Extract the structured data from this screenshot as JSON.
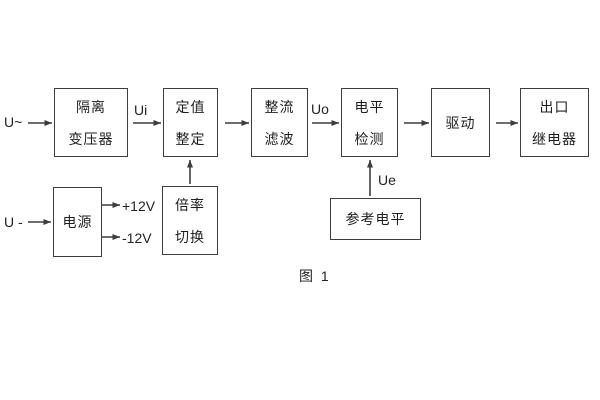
{
  "diagram": {
    "caption": "图 1",
    "nodes": {
      "isolation_transformer": {
        "line1": "隔离",
        "line2": "变压器"
      },
      "setting_adjust": {
        "line1": "定值",
        "line2": "整定"
      },
      "rectifier_filter": {
        "line1": "整流",
        "line2": "滤波"
      },
      "level_detect": {
        "line1": "电平",
        "line2": "检测"
      },
      "driver": {
        "label": "驱动"
      },
      "output_relay": {
        "line1": "出口",
        "line2": "继电器"
      },
      "power_supply": {
        "label": "电源"
      },
      "ratio_switch": {
        "line1": "倍率",
        "line2": "切换"
      },
      "reference_level": {
        "label": "参考电平"
      }
    },
    "signals": {
      "input_ac": "U~",
      "input_dc": "U -",
      "ui": "Ui",
      "uo": "Uo",
      "ue": "Ue",
      "plus12": "+12V",
      "minus12": "-12V"
    },
    "connections": [
      {
        "from": "U~",
        "to": "隔离变压器"
      },
      {
        "from": "隔离变压器",
        "to": "定值整定",
        "signal": "Ui"
      },
      {
        "from": "定值整定",
        "to": "整流滤波"
      },
      {
        "from": "整流滤波",
        "to": "电平检测",
        "signal": "Uo"
      },
      {
        "from": "电平检测",
        "to": "驱动"
      },
      {
        "from": "驱动",
        "to": "出口继电器"
      },
      {
        "from": "U-",
        "to": "电源"
      },
      {
        "from": "电源",
        "to": "+12V"
      },
      {
        "from": "电源",
        "to": "-12V"
      },
      {
        "from": "倍率切换",
        "to": "定值整定"
      },
      {
        "from": "参考电平",
        "to": "电平检测",
        "signal": "Ue"
      }
    ],
    "colors": {
      "background": "#ffffff",
      "line": "#3d3d3d",
      "text": "#1f1f1f"
    }
  }
}
